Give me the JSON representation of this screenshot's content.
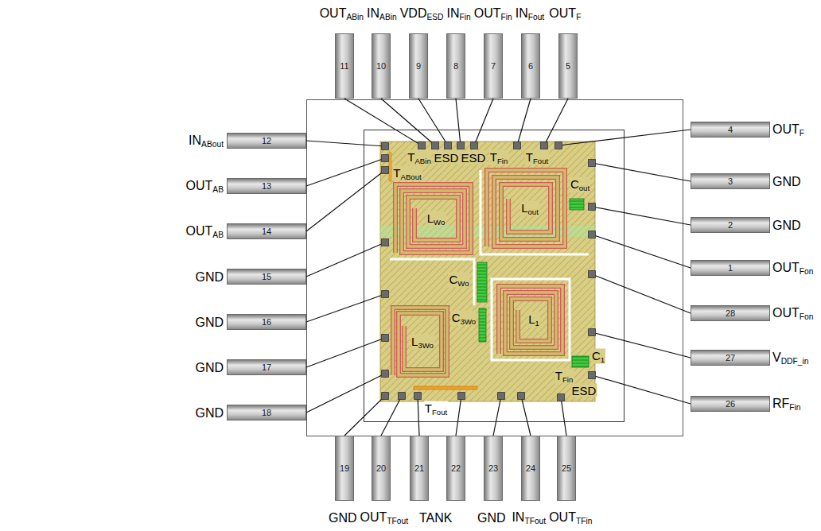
{
  "diagram": {
    "nodes": [
      {
        "text": [
          "11",
          "OUTABin"
        ]
      },
      {
        "text": [
          "10",
          "INABin"
        ]
      },
      {
        "text": [
          "9",
          "VDDESD"
        ]
      },
      {
        "text": [
          "8",
          "INFin"
        ]
      },
      {
        "text": [
          "7",
          "OUTFin"
        ]
      },
      {
        "text": [
          "6",
          "INFout"
        ]
      },
      {
        "text": [
          "5",
          "OUTF"
        ]
      },
      {
        "text": [
          "12",
          "INABout"
        ]
      },
      {
        "text": [
          "13",
          "OUTAB"
        ]
      },
      {
        "text": [
          "14",
          "OUTAB"
        ]
      },
      {
        "text": [
          "15",
          "GND"
        ]
      },
      {
        "text": [
          "16",
          "GND"
        ]
      },
      {
        "text": [
          "17",
          "GND"
        ]
      },
      {
        "text": [
          "18",
          "GND"
        ]
      },
      {
        "text": [
          "4",
          "OUTF"
        ]
      },
      {
        "text": [
          "3",
          "GND"
        ]
      },
      {
        "text": [
          "2",
          "GND"
        ]
      },
      {
        "text": [
          "1",
          "OUTFon"
        ]
      },
      {
        "text": [
          "28",
          "OUTFon"
        ]
      },
      {
        "text": [
          "27",
          "VDDF_in"
        ]
      },
      {
        "text": [
          "26",
          "RFFin"
        ]
      },
      {
        "text": [
          "19",
          "GND"
        ]
      },
      {
        "text": [
          "20",
          "OUTTFout"
        ]
      },
      {
        "text": [
          "21",
          "TANK"
        ]
      },
      {
        "text": [
          "22"
        ]
      },
      {
        "text": [
          "23",
          "GND"
        ]
      },
      {
        "text": [
          "24",
          "INTFout"
        ]
      },
      {
        "text": [
          "25",
          "OUTTFin"
        ]
      }
    ],
    "labels": [
      "TABin",
      "ESD",
      "ESD",
      "TFin",
      "TFout",
      "TABout",
      "LWo",
      "Lout",
      "Cout",
      "CWo",
      "L3Wo",
      "C3Wo",
      "L1",
      "C1",
      "TFin",
      "ESD",
      "TFout"
    ]
  }
}
